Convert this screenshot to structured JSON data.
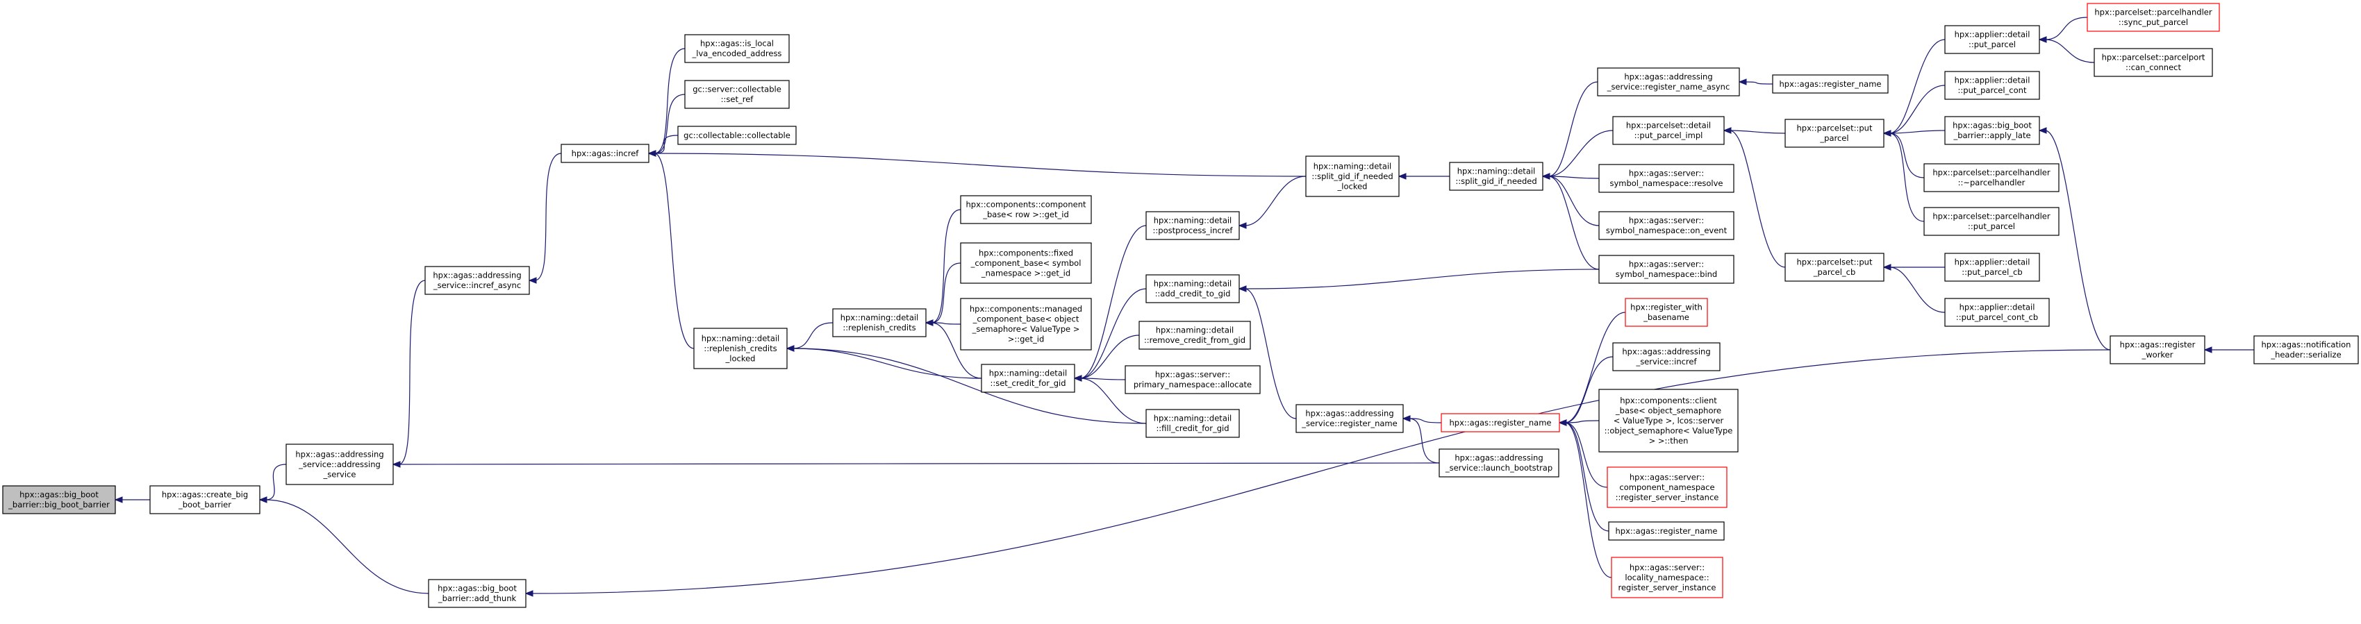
{
  "graph": {
    "nodes": [
      {
        "id": "n_root",
        "lines": [
          "hpx::agas::big_boot",
          "_barrier::big_boot_barrier"
        ],
        "root": true,
        "interactable": false
      },
      {
        "id": "n_create",
        "lines": [
          "hpx::agas::create_big",
          "_boot_barrier"
        ]
      },
      {
        "id": "n_addsvc",
        "lines": [
          "hpx::agas::addressing",
          "_service::addressing",
          "_service"
        ]
      },
      {
        "id": "n_addthunk",
        "lines": [
          "hpx::agas::big_boot",
          "_barrier::add_thunk"
        ]
      },
      {
        "id": "n_increfasync",
        "lines": [
          "hpx::agas::addressing",
          "_service::incref_async"
        ]
      },
      {
        "id": "n_incref",
        "lines": [
          "hpx::agas::incref"
        ]
      },
      {
        "id": "n_islocal",
        "lines": [
          "hpx::agas::is_local",
          "_lva_encoded_address"
        ]
      },
      {
        "id": "n_setref",
        "lines": [
          "gc::server::collectable",
          "::set_ref"
        ]
      },
      {
        "id": "n_collectable",
        "lines": [
          "gc::collectable::collectable"
        ]
      },
      {
        "id": "n_replocked",
        "lines": [
          "hpx::naming::detail",
          "::replenish_credits",
          "_locked"
        ]
      },
      {
        "id": "n_replenish",
        "lines": [
          "hpx::naming::detail",
          "::replenish_credits"
        ]
      },
      {
        "id": "n_comp1",
        "lines": [
          "hpx::components::component",
          "_base< row >::get_id"
        ]
      },
      {
        "id": "n_comp2",
        "lines": [
          "hpx::components::fixed",
          "_component_base< symbol",
          "_namespace >::get_id"
        ]
      },
      {
        "id": "n_comp3",
        "lines": [
          "hpx::components::managed",
          "_component_base< object",
          "_semaphore< ValueType >",
          ">::get_id"
        ]
      },
      {
        "id": "n_setcredit",
        "lines": [
          "hpx::naming::detail",
          "::set_credit_for_gid"
        ]
      },
      {
        "id": "n_postproc",
        "lines": [
          "hpx::naming::detail",
          "::postprocess_incref"
        ]
      },
      {
        "id": "n_addcredit",
        "lines": [
          "hpx::naming::detail",
          "::add_credit_to_gid"
        ]
      },
      {
        "id": "n_removecredit",
        "lines": [
          "hpx::naming::detail",
          "::remove_credit_from_gid"
        ]
      },
      {
        "id": "n_primalloc",
        "lines": [
          "hpx::agas::server::",
          "primary_namespace::allocate"
        ]
      },
      {
        "id": "n_fillcredit",
        "lines": [
          "hpx::naming::detail",
          "::fill_credit_for_gid"
        ]
      },
      {
        "id": "n_splitlocked",
        "lines": [
          "hpx::naming::detail",
          "::split_gid_if_needed",
          "_locked"
        ]
      },
      {
        "id": "n_split",
        "lines": [
          "hpx::naming::detail",
          "::split_gid_if_needed"
        ]
      },
      {
        "id": "n_regasync",
        "lines": [
          "hpx::agas::addressing",
          "_service::register_name_async"
        ]
      },
      {
        "id": "n_regname1",
        "lines": [
          "hpx::agas::register_name"
        ]
      },
      {
        "id": "n_putparcelimpl",
        "lines": [
          "hpx::parcelset::detail",
          "::put_parcel_impl"
        ]
      },
      {
        "id": "n_symresolve",
        "lines": [
          "hpx::agas::server::",
          "symbol_namespace::resolve"
        ]
      },
      {
        "id": "n_symonevent",
        "lines": [
          "hpx::agas::server::",
          "symbol_namespace::on_event"
        ]
      },
      {
        "id": "n_symbind",
        "lines": [
          "hpx::agas::server::",
          "symbol_namespace::bind"
        ]
      },
      {
        "id": "n_putparcel",
        "lines": [
          "hpx::parcelset::put",
          "_parcel"
        ]
      },
      {
        "id": "n_putparcelcb",
        "lines": [
          "hpx::parcelset::put",
          "_parcel_cb"
        ]
      },
      {
        "id": "n_applierput",
        "lines": [
          "hpx::applier::detail",
          "::put_parcel"
        ]
      },
      {
        "id": "n_syncput",
        "lines": [
          "hpx::parcelset::parcelhandler",
          "::sync_put_parcel"
        ],
        "red": true
      },
      {
        "id": "n_canconnect",
        "lines": [
          "hpx::parcelset::parcelport",
          "::can_connect"
        ]
      },
      {
        "id": "n_applierputcont",
        "lines": [
          "hpx::applier::detail",
          "::put_parcel_cont"
        ]
      },
      {
        "id": "n_applylate",
        "lines": [
          "hpx::agas::big_boot",
          "_barrier::apply_late"
        ]
      },
      {
        "id": "n_dtorhandler",
        "lines": [
          "hpx::parcelset::parcelhandler",
          "::~parcelhandler"
        ]
      },
      {
        "id": "n_handlerput",
        "lines": [
          "hpx::parcelset::parcelhandler",
          "::put_parcel"
        ]
      },
      {
        "id": "n_applierputcb",
        "lines": [
          "hpx::applier::detail",
          "::put_parcel_cb"
        ]
      },
      {
        "id": "n_applierputcontcb",
        "lines": [
          "hpx::applier::detail",
          "::put_parcel_cont_cb"
        ]
      },
      {
        "id": "n_regworker",
        "lines": [
          "hpx::agas::register",
          "_worker"
        ]
      },
      {
        "id": "n_notif",
        "lines": [
          "hpx::agas::notification",
          "_header::serialize"
        ]
      },
      {
        "id": "n_svcregname",
        "lines": [
          "hpx::agas::addressing",
          "_service::register_name"
        ]
      },
      {
        "id": "n_regnamered",
        "lines": [
          "hpx::agas::register_name"
        ],
        "red": true
      },
      {
        "id": "n_launch",
        "lines": [
          "hpx::agas::addressing",
          "_service::launch_bootstrap"
        ]
      },
      {
        "id": "n_regbasename",
        "lines": [
          "hpx::register_with",
          "_basename"
        ],
        "red": true
      },
      {
        "id": "n_svcincref",
        "lines": [
          "hpx::agas::addressing",
          "_service::incref"
        ]
      },
      {
        "id": "n_clientthen",
        "lines": [
          "hpx::components::client",
          "_base< object_semaphore",
          "< ValueType >, lcos::server",
          "::object_semaphore< ValueType",
          "> >::then"
        ]
      },
      {
        "id": "n_compreg",
        "lines": [
          "hpx::agas::server::",
          "component_namespace",
          "::register_server_instance"
        ],
        "red": true
      },
      {
        "id": "n_regname2",
        "lines": [
          "hpx::agas::register_name"
        ]
      },
      {
        "id": "n_locreg",
        "lines": [
          "hpx::agas::server::",
          "locality_namespace::",
          "register_server_instance"
        ],
        "red": true
      }
    ],
    "edges": [
      [
        "n_create",
        "n_root"
      ],
      [
        "n_addsvc",
        "n_create"
      ],
      [
        "n_addthunk",
        "n_create"
      ],
      [
        "n_increfasync",
        "n_addsvc"
      ],
      [
        "n_incref",
        "n_increfasync"
      ],
      [
        "n_islocal",
        "n_incref"
      ],
      [
        "n_setref",
        "n_incref"
      ],
      [
        "n_collectable",
        "n_incref"
      ],
      [
        "n_replocked",
        "n_incref"
      ],
      [
        "n_splitlocked",
        "n_incref"
      ],
      [
        "n_replenish",
        "n_replocked"
      ],
      [
        "n_setcredit",
        "n_replocked"
      ],
      [
        "n_fillcredit",
        "n_replocked"
      ],
      [
        "n_comp1",
        "n_replenish"
      ],
      [
        "n_comp2",
        "n_replenish"
      ],
      [
        "n_comp3",
        "n_replenish"
      ],
      [
        "n_setcredit",
        "n_replenish"
      ],
      [
        "n_postproc",
        "n_setcredit"
      ],
      [
        "n_addcredit",
        "n_setcredit"
      ],
      [
        "n_removecredit",
        "n_setcredit"
      ],
      [
        "n_primalloc",
        "n_setcredit"
      ],
      [
        "n_fillcredit",
        "n_setcredit"
      ],
      [
        "n_symbind",
        "n_addcredit"
      ],
      [
        "n_svcregname",
        "n_addcredit"
      ],
      [
        "n_splitlocked",
        "n_postproc"
      ],
      [
        "n_split",
        "n_splitlocked"
      ],
      [
        "n_regasync",
        "n_split"
      ],
      [
        "n_putparcelimpl",
        "n_split"
      ],
      [
        "n_symresolve",
        "n_split"
      ],
      [
        "n_symonevent",
        "n_split"
      ],
      [
        "n_symbind",
        "n_split"
      ],
      [
        "n_regname1",
        "n_regasync"
      ],
      [
        "n_putparcel",
        "n_putparcelimpl"
      ],
      [
        "n_putparcelcb",
        "n_putparcelimpl"
      ],
      [
        "n_applierput",
        "n_putparcel"
      ],
      [
        "n_applierputcont",
        "n_putparcel"
      ],
      [
        "n_applylate",
        "n_putparcel"
      ],
      [
        "n_dtorhandler",
        "n_putparcel"
      ],
      [
        "n_handlerput",
        "n_putparcel"
      ],
      [
        "n_syncput",
        "n_applierput"
      ],
      [
        "n_canconnect",
        "n_applierput"
      ],
      [
        "n_applierputcb",
        "n_putparcelcb"
      ],
      [
        "n_applierputcontcb",
        "n_putparcelcb"
      ],
      [
        "n_regworker",
        "n_applylate"
      ],
      [
        "n_regworker",
        "n_addthunk"
      ],
      [
        "n_notif",
        "n_regworker"
      ],
      [
        "n_regnamered",
        "n_svcregname"
      ],
      [
        "n_launch",
        "n_svcregname"
      ],
      [
        "n_launch",
        "n_addsvc"
      ],
      [
        "n_regbasename",
        "n_regnamered"
      ],
      [
        "n_svcincref",
        "n_regnamered"
      ],
      [
        "n_clientthen",
        "n_regnamered"
      ],
      [
        "n_compreg",
        "n_regnamered"
      ],
      [
        "n_regname2",
        "n_regnamered"
      ],
      [
        "n_locreg",
        "n_regnamered"
      ]
    ]
  }
}
